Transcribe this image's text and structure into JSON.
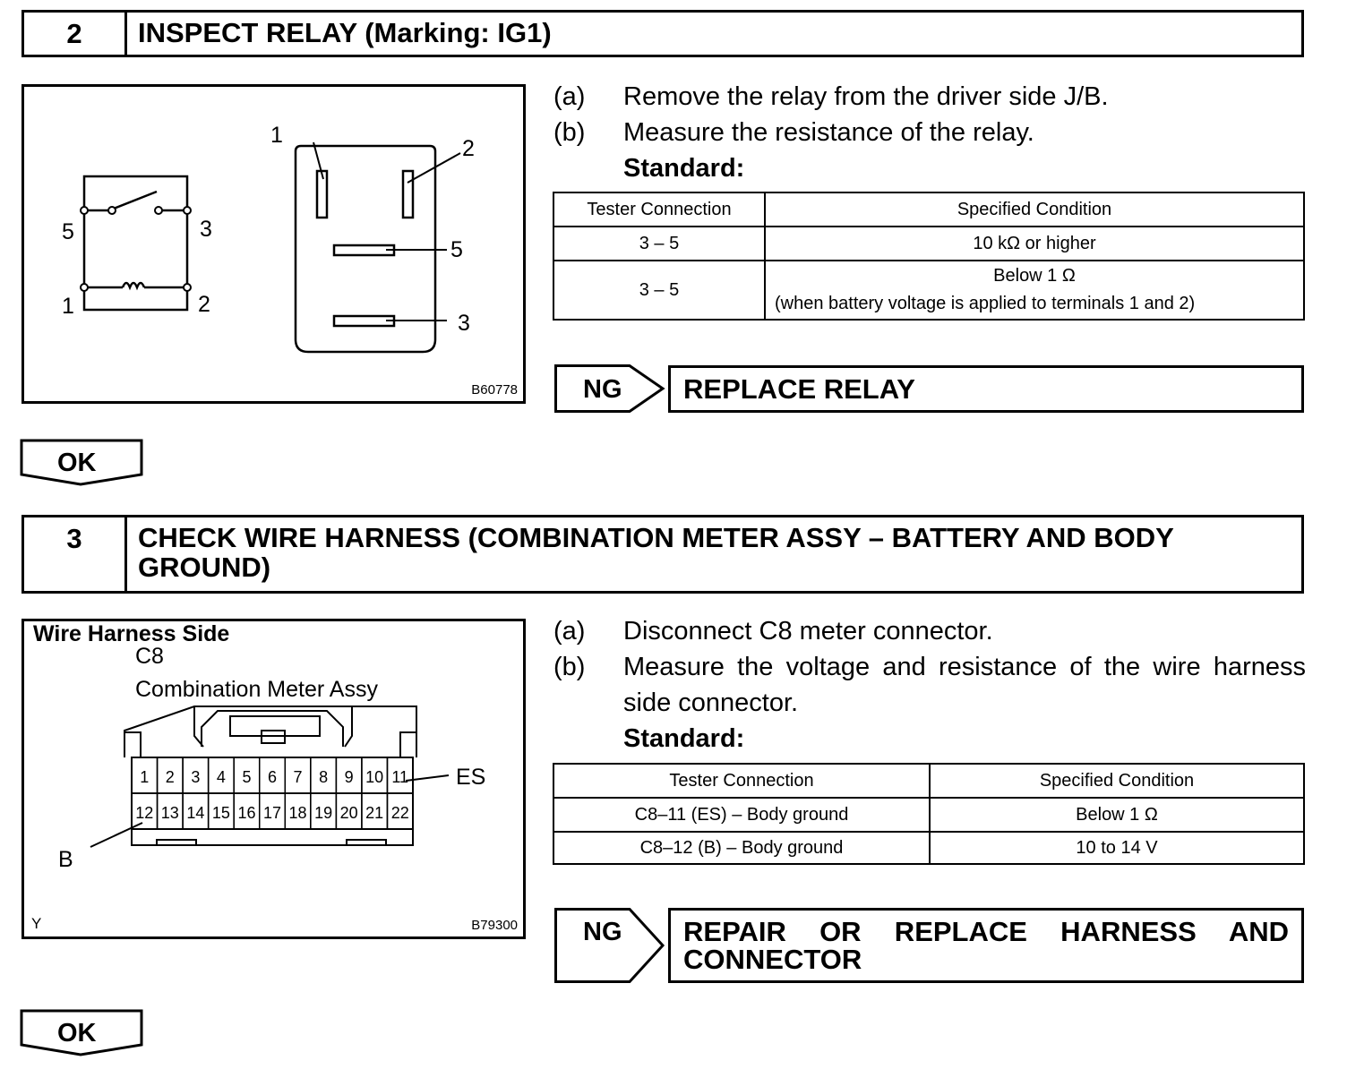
{
  "step2": {
    "number": "2",
    "title": "INSPECT RELAY (Marking: IG1)",
    "figure": {
      "figure_id": "B60778",
      "schematic_terminals": [
        "5",
        "3",
        "1",
        "2"
      ],
      "relay_terminals": [
        "1",
        "2",
        "5",
        "3"
      ]
    },
    "instructions": [
      {
        "label": "(a)",
        "text": "Remove the relay from the driver side J/B."
      },
      {
        "label": "(b)",
        "text": "Measure the resistance of the relay."
      }
    ],
    "standard_label": "Standard:",
    "table": {
      "headers": [
        "Tester Connection",
        "Specified Condition"
      ],
      "rows": [
        {
          "connection": "3 – 5",
          "condition": "10 kΩ or higher",
          "condition_note": ""
        },
        {
          "connection": "3 – 5",
          "condition": "Below 1 Ω",
          "condition_note": "(when battery voltage is applied to terminals 1 and 2)"
        }
      ]
    },
    "ng": {
      "tag": "NG",
      "result": "REPLACE RELAY"
    },
    "ok": "OK"
  },
  "step3": {
    "number": "3",
    "title": "CHECK WIRE HARNESS (COMBINATION METER ASSY – BATTERY AND BODY GROUND)",
    "figure": {
      "heading": "Wire Harness Side",
      "connector_code": "C8",
      "connector_name": "Combination Meter Assy",
      "pins_top": [
        "1",
        "2",
        "3",
        "4",
        "5",
        "6",
        "7",
        "8",
        "9",
        "10",
        "11"
      ],
      "pins_bottom": [
        "12",
        "13",
        "14",
        "15",
        "16",
        "17",
        "18",
        "19",
        "20",
        "21",
        "22"
      ],
      "label_es": "ES",
      "label_b": "B",
      "corner_mark": "Y",
      "figure_id": "B79300"
    },
    "instructions": [
      {
        "label": "(a)",
        "text": "Disconnect C8 meter connector."
      },
      {
        "label": "(b)",
        "text": "Measure the voltage and resistance of the wire harness side connector."
      }
    ],
    "standard_label": "Standard:",
    "table": {
      "headers": [
        "Tester Connection",
        "Specified Condition"
      ],
      "rows": [
        {
          "connection": "C8–11 (ES) – Body ground",
          "condition": "Below 1 Ω"
        },
        {
          "connection": "C8–12 (B) – Body ground",
          "condition": "10 to 14 V"
        }
      ]
    },
    "ng": {
      "tag": "NG",
      "result": "REPAIR OR REPLACE HARNESS AND CONNECTOR"
    },
    "ok": "OK"
  }
}
